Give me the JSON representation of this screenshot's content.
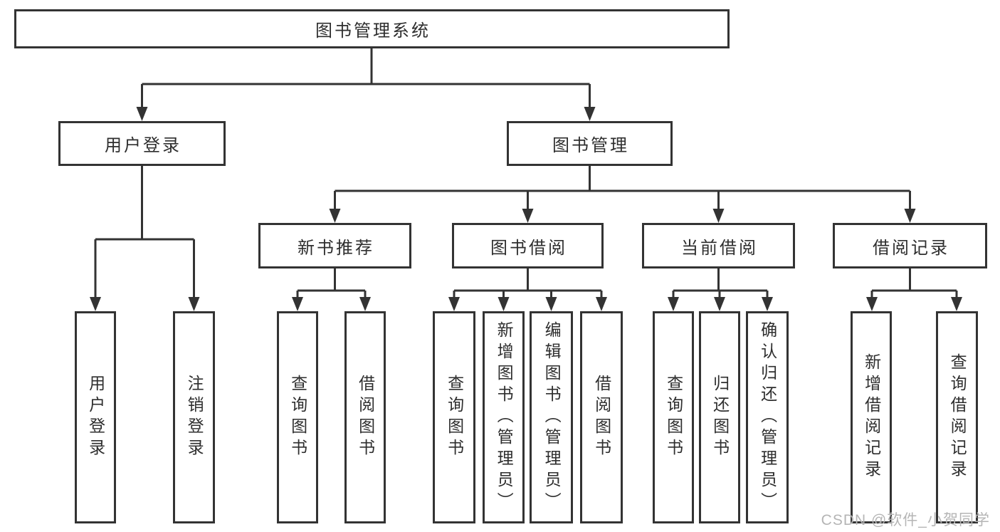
{
  "diagram": {
    "root": {
      "label": "图书管理系统"
    },
    "branches": [
      {
        "label": "用户登录",
        "children": [
          {
            "label": "用户登录"
          },
          {
            "label": "注销登录"
          }
        ]
      },
      {
        "label": "图书管理",
        "children": [
          {
            "label": "新书推荐",
            "children": [
              {
                "label": "查询图书"
              },
              {
                "label": "借阅图书"
              }
            ]
          },
          {
            "label": "图书借阅",
            "children": [
              {
                "label": "查询图书"
              },
              {
                "label": "新增图书（管理员）"
              },
              {
                "label": "编辑图书（管理员）"
              },
              {
                "label": "借阅图书"
              }
            ]
          },
          {
            "label": "当前借阅",
            "children": [
              {
                "label": "查询图书"
              },
              {
                "label": "归还图书"
              },
              {
                "label": "确认归还（管理员）"
              }
            ]
          },
          {
            "label": "借阅记录",
            "children": [
              {
                "label": "新增借阅记录"
              },
              {
                "label": "查询借阅记录"
              }
            ]
          }
        ]
      }
    ]
  },
  "watermark": {
    "text": "CSDN @软件_小贺同学"
  },
  "colors": {
    "line_color": "#333333",
    "box_border": "#333333",
    "text_color": "#2e2e2e",
    "watermark_color": "#b5b5b5",
    "background": "#ffffff"
  }
}
